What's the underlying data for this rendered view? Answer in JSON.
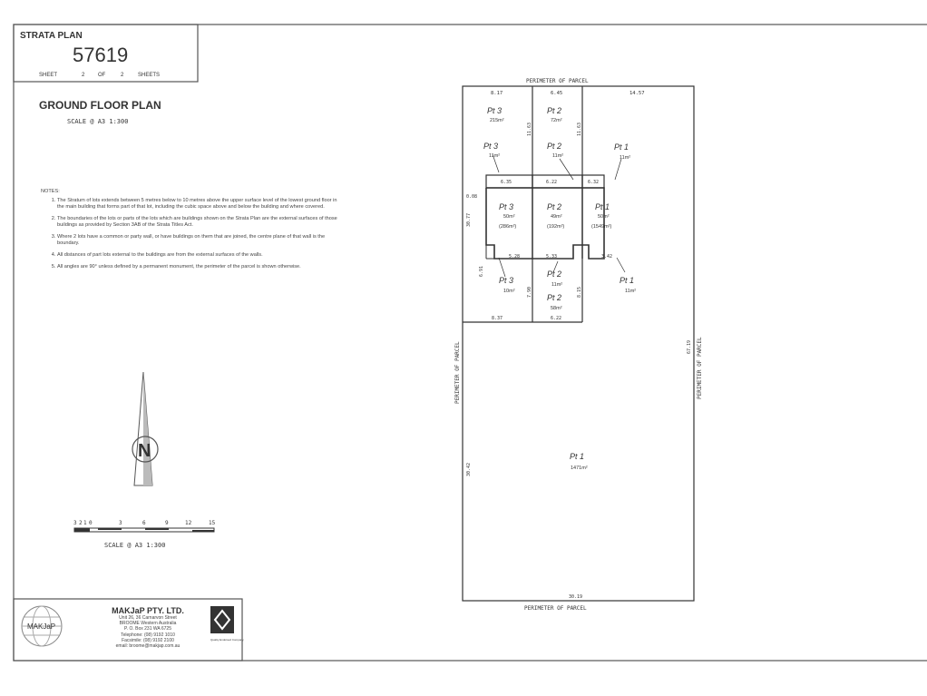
{
  "title_block": {
    "heading": "STRATA PLAN",
    "plan_number": "57619",
    "sheet_label": "SHEET",
    "sheet_number": "2",
    "of_label": "OF",
    "sheet_total": "2",
    "sheets_label": "SHEETS"
  },
  "plan_title": "GROUND FLOOR PLAN",
  "plan_scale": "SCALE @ A3  1:300",
  "notes": {
    "heading": "NOTES:",
    "items": [
      "The Stratum of lots extends between 5 metres below to 10 metres above the upper surface level of the lowest ground floor in the main building that forms part of that lot, including the cubic space above and below the building and where covered.",
      "The boundaries of the lots or parts of the lots which are buildings shown on the Strata Plan are the external surfaces of those buildings as provided by Section 3AB of the Strata Titles Act.",
      "Where 2 lots have a common or party wall, or have buildings on them that are joined, the centre plane of that wall is the boundary.",
      "All distances of part lots external to the buildings are from the external surfaces of the walls.",
      "All angles are 90° unless defined by a permanent monument, the perimeter of the parcel is shown otherwise."
    ]
  },
  "north_arrow": {
    "letter": "N"
  },
  "scale_bar": {
    "ticks": [
      "3",
      "2",
      "1",
      "0",
      "3",
      "6",
      "9",
      "12",
      "15"
    ],
    "caption": "SCALE @ A3  1:300"
  },
  "company": {
    "logo_text": "MAKJaP",
    "name": "MAKJaP PTY. LTD.",
    "lines": [
      "Unit 26, 36 Carnarvon Street",
      "BROOME  Western Australia",
      "P. O. Box 231   WA   6725",
      "Telephone: (08) 9192 1010",
      "Facsimile: (08) 9192 2100",
      "email: broome@makjap.com.au"
    ],
    "cert_text": "Quality Endorsed Company"
  },
  "plan": {
    "perimeter_top": "PERIMETER    OF    PARCEL",
    "perimeter_bottom": "PERIMETER    OF    PARCEL",
    "perimeter_left": "PERIMETER    OF    PARCEL",
    "perimeter_right": "PERIMETER    OF    PARCEL",
    "dims": {
      "top_a": "8.17",
      "top_b": "6.45",
      "top_c": "14.57",
      "left_upper": "30.77",
      "left_lower": "30.42",
      "right": "67.19",
      "bottom": "30.19",
      "inner_a": "11.63",
      "inner_b": "11.63",
      "band_a": "6.35",
      "band_b": "6.22",
      "band_c": "6.32",
      "offset": "0.08",
      "low_a": "5.28",
      "low_b": "5.33",
      "low_c": "3.42",
      "low_left": "6.91",
      "low_mid": "7.90",
      "low_right": "8.15",
      "base_a": "8.37",
      "base_b": "6.22"
    },
    "lots": [
      {
        "label": "Pt 3",
        "area": "215m²"
      },
      {
        "label": "Pt 2",
        "area": "72m²"
      },
      {
        "label": "Pt 3",
        "area": "11m²"
      },
      {
        "label": "Pt 2",
        "area": "11m²"
      },
      {
        "label": "Pt 1",
        "area": "11m²"
      },
      {
        "label": "Pt 3",
        "area": "50m²",
        "total": "(286m²)"
      },
      {
        "label": "Pt 2",
        "area": "49m²",
        "total": "(192m²)"
      },
      {
        "label": "Pt 1",
        "area": "50m²",
        "total": "(1549m²)"
      },
      {
        "label": "Pt 3",
        "area": "10m²"
      },
      {
        "label": "Pt 2",
        "area": "11m²"
      },
      {
        "label": "Pt 2",
        "area": "58m²"
      },
      {
        "label": "Pt 1",
        "area": "11m²"
      },
      {
        "label": "Pt 1",
        "area": "1471m²"
      }
    ]
  }
}
